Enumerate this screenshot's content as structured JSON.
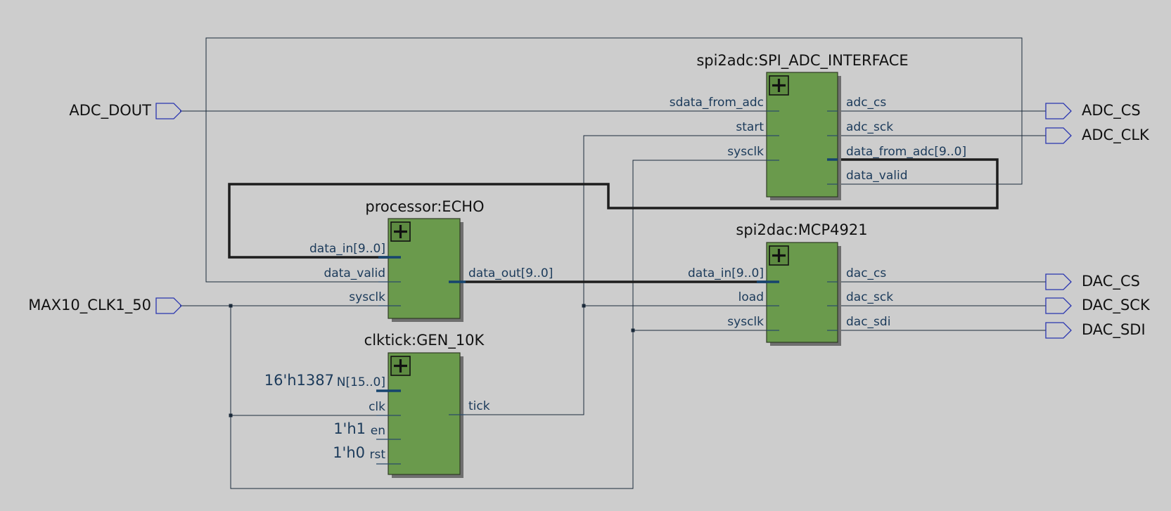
{
  "inputs": {
    "adc_dout": "ADC_DOUT",
    "clk": "MAX10_CLK1_50"
  },
  "outputs": {
    "adc_cs": "ADC_CS",
    "adc_clk": "ADC_CLK",
    "dac_cs": "DAC_CS",
    "dac_sck": "DAC_SCK",
    "dac_sdi": "DAC_SDI"
  },
  "blocks": {
    "spi_adc": {
      "title": "spi2adc:SPI_ADC_INTERFACE",
      "in": [
        "sdata_from_adc",
        "start",
        "sysclk"
      ],
      "out": [
        "adc_cs",
        "adc_sck",
        "data_from_adc[9..0]",
        "data_valid"
      ]
    },
    "echo": {
      "title": "processor:ECHO",
      "in": [
        "data_in[9..0]",
        "data_valid",
        "sysclk"
      ],
      "out": [
        "data_out[9..0]"
      ]
    },
    "dac": {
      "title": "spi2dac:MCP4921",
      "in": [
        "data_in[9..0]",
        "load",
        "sysclk"
      ],
      "out": [
        "dac_cs",
        "dac_sck",
        "dac_sdi"
      ]
    },
    "clktick": {
      "title": "clktick:GEN_10K",
      "in": [
        "N[15..0]",
        "clk",
        "en",
        "rst"
      ],
      "out": [
        "tick"
      ],
      "constants": [
        "16'h1387",
        "1'h1",
        "1'h0"
      ]
    }
  },
  "colors": {
    "background": "#cdcdcd",
    "block": "#6a9a4c",
    "port_text": "#1b3a5a",
    "io_pin": "#2a35b0"
  }
}
